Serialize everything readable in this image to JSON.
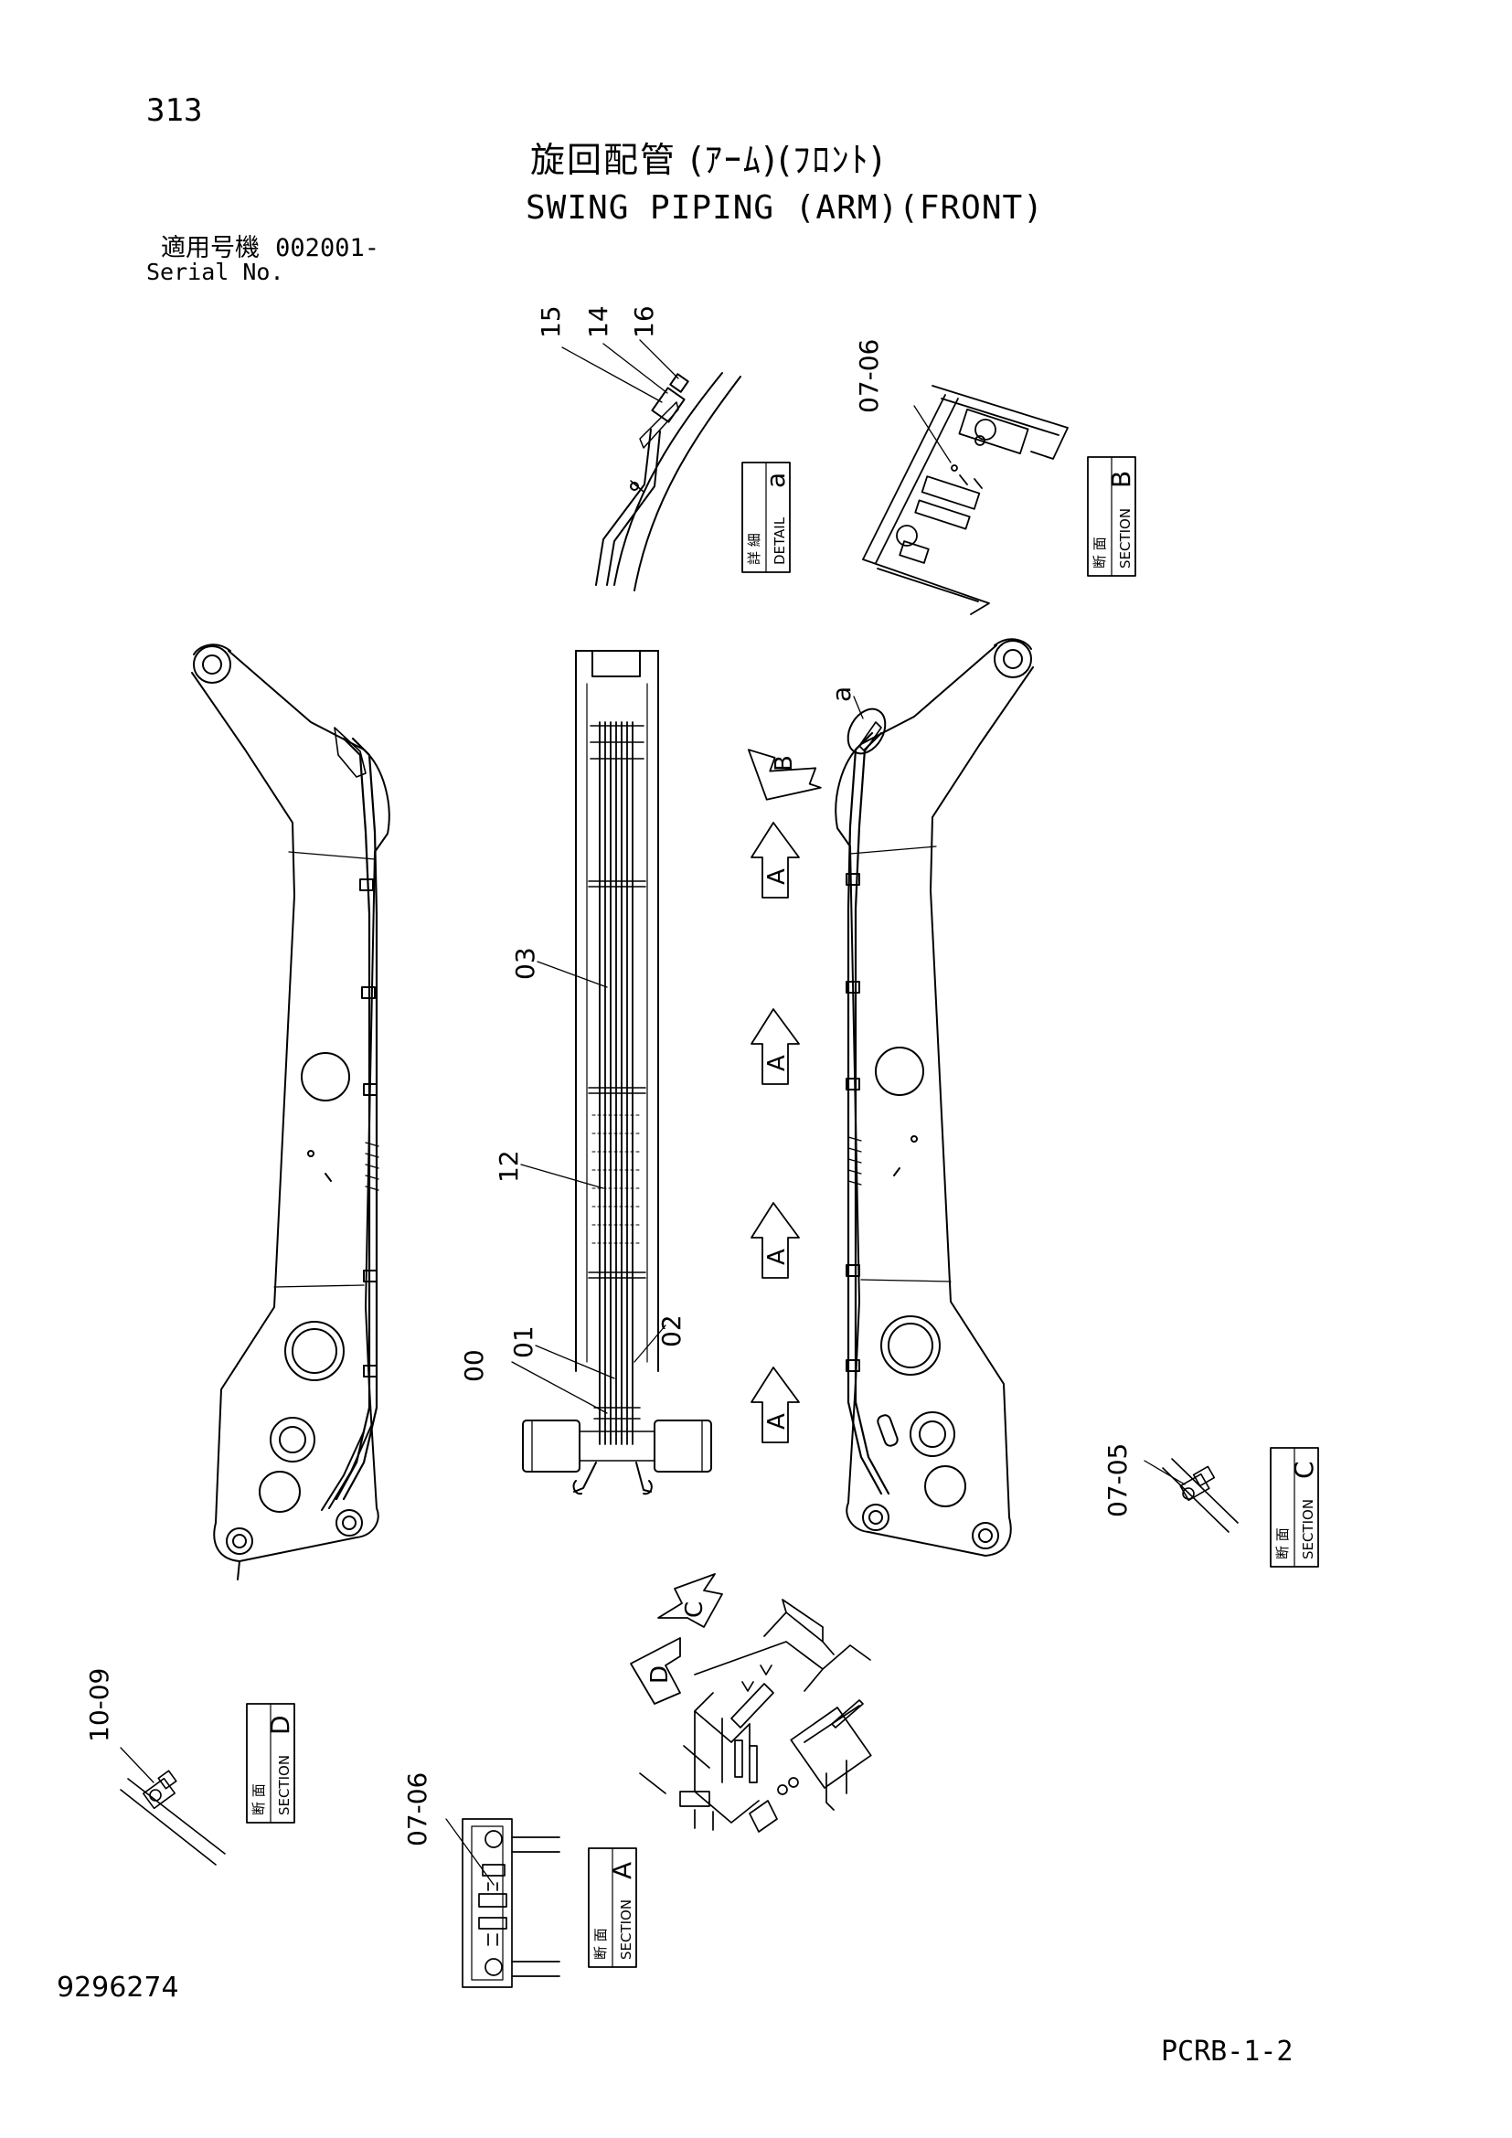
{
  "header": {
    "page_number": "313",
    "title_jp": "旋回配管 (ｱｰﾑ)(ﾌﾛﾝﾄ)",
    "title_en": "SWING PIPING (ARM)(FRONT)",
    "serial_label_jp": "適用号機",
    "serial_value": "002001-",
    "serial_label_en": "Serial No."
  },
  "footer": {
    "document_number": "9296274",
    "reference_code": "PCRB-1-2"
  },
  "callouts": {
    "c15": "15",
    "c14": "14",
    "c16": "16",
    "b_range": "07-06",
    "c03": "03",
    "c12": "12",
    "c00": "00",
    "c01": "01",
    "c02": "02",
    "a_letter": "a",
    "c_range": "07-05",
    "d_range": "10-09",
    "a_range": "07-06"
  },
  "view_labels": {
    "detail_a": {
      "jp": "詳 細",
      "en": "DETAIL",
      "letter": "a"
    },
    "section_b": {
      "jp": "断 面",
      "en": "SECTION",
      "letter": "B"
    },
    "section_c": {
      "jp": "断 面",
      "en": "SECTION",
      "letter": "C"
    },
    "section_d": {
      "jp": "断 面",
      "en": "SECTION",
      "letter": "D"
    },
    "section_a": {
      "jp": "断 面",
      "en": "SECTION",
      "letter": "A"
    }
  },
  "arrow_markers": {
    "b": "B",
    "a1": "A",
    "a2": "A",
    "a3": "A",
    "a4": "A",
    "c": "C",
    "d": "D"
  }
}
